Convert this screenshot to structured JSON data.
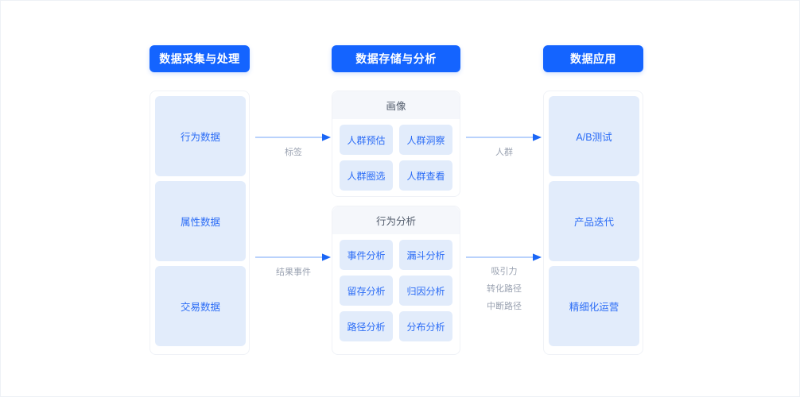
{
  "diagram": {
    "title_pills": [
      {
        "label": "数据采集与处理"
      },
      {
        "label": "数据存储与分析"
      },
      {
        "label": "数据应用"
      }
    ],
    "left_column": {
      "items": [
        {
          "label": "行为数据"
        },
        {
          "label": "属性数据"
        },
        {
          "label": "交易数据"
        }
      ]
    },
    "middle_column": {
      "groups": [
        {
          "header": "画像",
          "items": [
            {
              "label": "人群预估"
            },
            {
              "label": "人群洞察"
            },
            {
              "label": "人群圈选"
            },
            {
              "label": "人群查看"
            }
          ]
        },
        {
          "header": "行为分析",
          "items": [
            {
              "label": "事件分析"
            },
            {
              "label": "漏斗分析"
            },
            {
              "label": "留存分析"
            },
            {
              "label": "归因分析"
            },
            {
              "label": "路径分析"
            },
            {
              "label": "分布分析"
            }
          ]
        }
      ]
    },
    "right_column": {
      "items": [
        {
          "label": "A/B测试"
        },
        {
          "label": "产品迭代"
        },
        {
          "label": "精细化运营"
        }
      ]
    },
    "connectors": [
      {
        "id": "left-top",
        "label": "标签"
      },
      {
        "id": "left-bottom",
        "label": "结果事件"
      },
      {
        "id": "right-top",
        "label": "人群"
      }
    ],
    "connector_stack": {
      "id": "right-bottom",
      "labels": [
        "吸引力",
        "转化路径",
        "中断路径"
      ]
    },
    "colors": {
      "accent": "#1464ff",
      "tile_bg": "#e2ecfb",
      "tile_text": "#2b6cf6",
      "group_head_bg": "#f5f7fb",
      "group_head_text": "#515b6b",
      "panel_border": "#f0f2f7",
      "arrow": "#2b6cf6",
      "label_text": "#9aa2b1",
      "page_bg": "#ffffff"
    }
  }
}
